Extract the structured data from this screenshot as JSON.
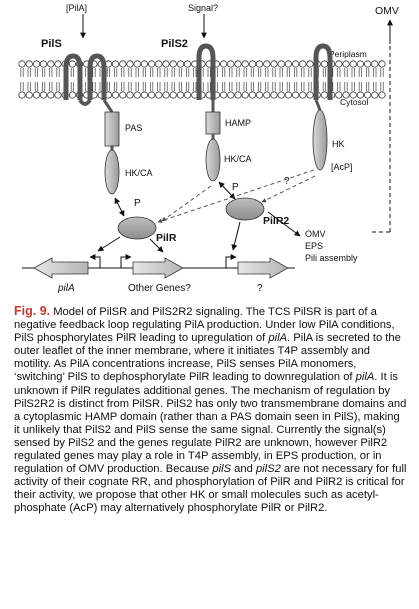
{
  "figure": {
    "labels": {
      "pila_top": "[PilA]",
      "signal_top": "Signal?",
      "omv_top": "OMV",
      "pils": "PilS",
      "pils2": "PilS2",
      "periplasm": "Periplasm",
      "cytosol": "Cytosol",
      "pas": "PAS",
      "hamp": "HAMP",
      "hkca_1": "HK/CA",
      "hkca_2": "HK/CA",
      "hk": "HK",
      "acp": "[AcP]",
      "p_1": "P",
      "p_2": "P",
      "question_mid": "?",
      "pilr": "PilR",
      "pilr2": "PilR2",
      "omv_out": "OMV",
      "eps_out": "EPS",
      "pili_out": "Pili assembly",
      "gene_pila": "pilA",
      "gene_other": "Other Genes?",
      "gene_unknown": "?"
    }
  },
  "caption": {
    "label": "Fig. 9.",
    "parts": [
      " Model of PilSR and PilS2R2 signaling. The TCS PilSR is part of a negative feedback loop regulating PilA production. Under low PilA conditions, PilS phosphorylates PilR leading to upregulation of ",
      "pilA",
      ". PilA is secreted to the outer leaflet of the inner membrane, where it initiates T4P assembly and motility. As PilA concentrations increase, PilS senses PilA monomers, ‘switching’ PilS to dephosphorylate PilR leading to downregulation of ",
      "pilA",
      ". It is unknown if PilR regulates additional genes. The mechanism of regulation by PilS2R2 is distinct from PilSR. PilS2 has only two transmembrane domains and a cytoplasmic HAMP domain (rather than a PAS domain seen in PilS), making it unlikely that PilS2 and PilS sense the same signal. Currently the signal(s) sensed by PilS2 and the genes regulate PilR2 are unknown, however PilR2 regulated genes may play a role in T4P assembly, in EPS production, or in regulation of OMV production. Because ",
      "pilS",
      " and ",
      "pilS2",
      " are not necessary for full activity of their cognate RR, and phosphorylation of PilR and PilR2 is critical for their activity, we propose that other HK or small molecules such as acetyl-phosphate (AcP) may alternatively phosphorylate PilR or PilR2."
    ]
  }
}
